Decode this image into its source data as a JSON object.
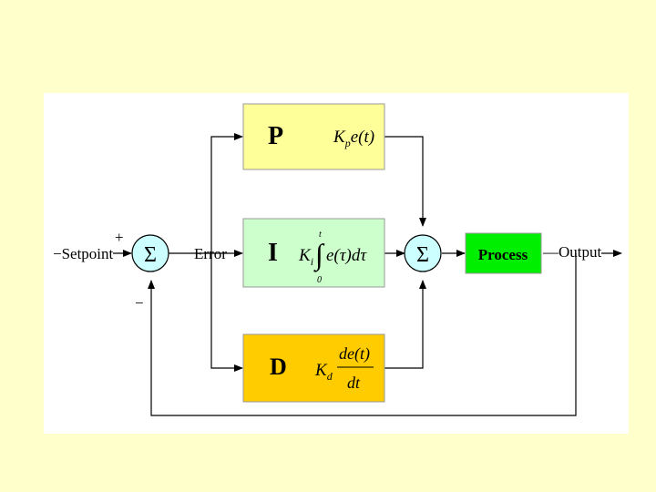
{
  "diagram": {
    "setpoint_label": "−Setpoint",
    "plus_sign": "+",
    "minus_sign": "−",
    "sum_symbol": "Σ",
    "error_label": "Error",
    "output_label": "—Output",
    "process_label": "Process",
    "blocks": {
      "p": {
        "letter": "P",
        "gain": "K",
        "gain_sub": "p",
        "expr": "e(t)"
      },
      "i": {
        "letter": "I",
        "gain": "K",
        "gain_sub": "i",
        "upper": "t",
        "lower": "0",
        "integral_sign": "∫",
        "expr": "e(τ)dτ"
      },
      "d": {
        "letter": "D",
        "gain": "K",
        "gain_sub": "d",
        "numerator": "de(t)",
        "denominator": "dt"
      }
    },
    "colors": {
      "page_background": "#ffffcc",
      "p_block": "#ffff99",
      "i_block": "#ccffcc",
      "d_block": "#ffcc00",
      "process_block": "#00ee00",
      "sum_junction": "#ccffff"
    }
  }
}
